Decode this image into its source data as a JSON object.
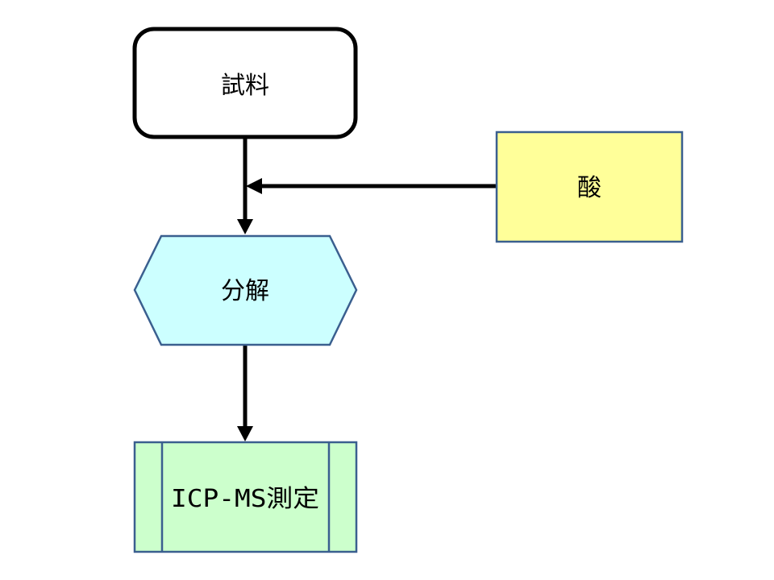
{
  "diagram": {
    "type": "flowchart",
    "nodes": [
      {
        "id": "sample",
        "label": "試料",
        "shape": "terminator",
        "fill": "#ffffff",
        "stroke": "#000000"
      },
      {
        "id": "acid",
        "label": "酸",
        "shape": "process",
        "fill": "#ffff99",
        "stroke": "#3a5f8f"
      },
      {
        "id": "digestion",
        "label": "分解",
        "shape": "preparation",
        "fill": "#ccffff",
        "stroke": "#3a5f8f"
      },
      {
        "id": "measurement",
        "label": "ICP-MS測定",
        "shape": "predefined-process",
        "fill": "#ccffcc",
        "stroke": "#3a5f8f"
      }
    ],
    "edges": [
      {
        "from": "sample",
        "to": "digestion"
      },
      {
        "from": "acid",
        "to": "sample-digestion-line"
      },
      {
        "from": "digestion",
        "to": "measurement"
      }
    ]
  }
}
